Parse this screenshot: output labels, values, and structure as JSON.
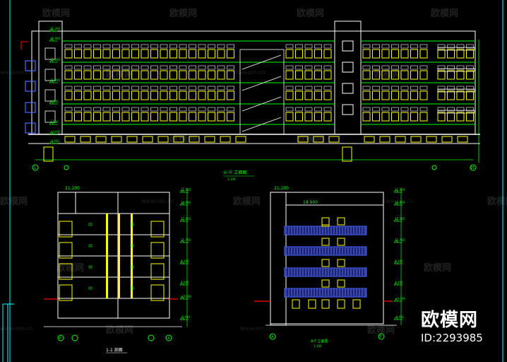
{
  "watermark": {
    "brand": "欧模网",
    "url": "www.om.cn"
  },
  "corner": {
    "brand_name": "欧模网",
    "id_text": "ID:2293985"
  },
  "drawing": {
    "front_elevation": {
      "title": "①-⑫ 立面图",
      "scale": "1:100",
      "heights": [
        "21.200",
        "18.900",
        "15.300",
        "11.700",
        "8.100",
        "4.500",
        "±0.000",
        "-0.450"
      ],
      "axis_left": "1",
      "axis_right": "21"
    },
    "section_left": {
      "title": "1-1 剖面",
      "top_height": "21.200",
      "heights": [
        "21.200",
        "18.900",
        "15.300",
        "11.700",
        "8.100",
        "4.500",
        "±0.000",
        "-0.450"
      ],
      "axis_left": "F",
      "axis_right": "A"
    },
    "side_elevation": {
      "title": "A-F 立面图",
      "scale": "1:100",
      "top_height": "21.200",
      "mid_height": "18.900",
      "heights": [
        "21.200",
        "18.900",
        "15.300",
        "11.700",
        "8.100",
        "4.500",
        "±0.000",
        "-0.450"
      ],
      "axis_left": "A",
      "axis_right": "F"
    }
  },
  "colors": {
    "background": "#000000",
    "outline": "#ffffff",
    "window": "#ffff00",
    "frame_green": "#00ff00",
    "cyan": "#00ffff",
    "accent_red": "#ff0000",
    "blue_panel": "#4d6bff"
  }
}
